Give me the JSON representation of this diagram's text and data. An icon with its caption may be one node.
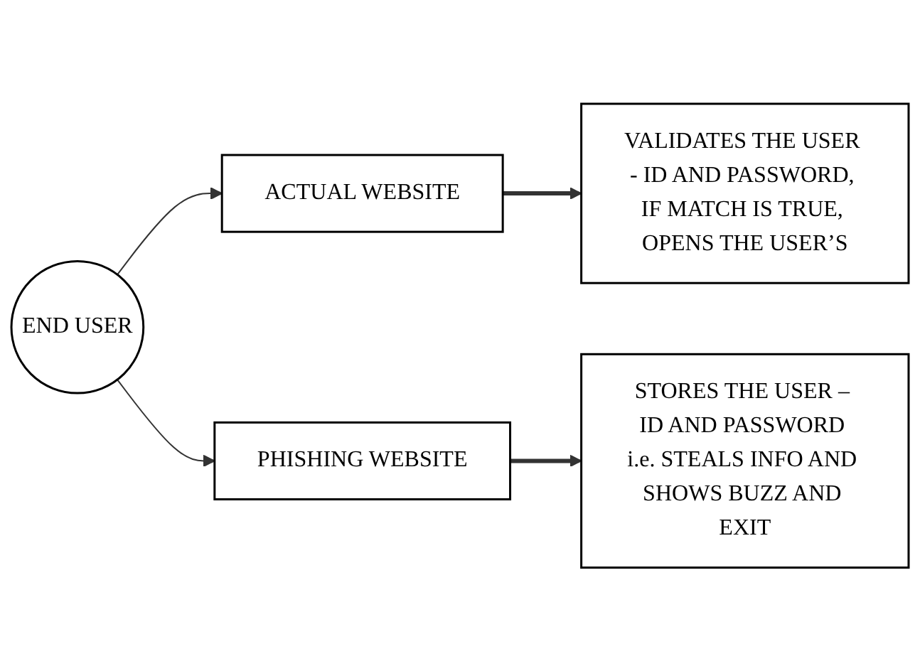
{
  "diagram": {
    "nodes": [
      {
        "text": [
          "END USER"
        ]
      },
      {
        "text": [
          "ACTUAL WEBSITE"
        ]
      },
      {
        "text": [
          "VALIDATES THE USER - ID AND PASSWORD, IF MATCH IS TRUE, OPENS THE USER’S"
        ]
      },
      {
        "text": [
          "PHISHING WEBSITE"
        ]
      },
      {
        "text": [
          "STORES THE USER – ID AND PASSWORD i.e. STEALS INFO AND SHOWS BUZZ AND EXIT"
        ]
      }
    ],
    "edges": [
      {
        "from": 0,
        "to": 1,
        "arrow": "to"
      },
      {
        "from": 1,
        "to": 2,
        "arrow": "to",
        "style": "thick"
      },
      {
        "from": 0,
        "to": 3,
        "arrow": "to"
      },
      {
        "from": 3,
        "to": 4,
        "arrow": "to",
        "style": "thick"
      }
    ]
  }
}
